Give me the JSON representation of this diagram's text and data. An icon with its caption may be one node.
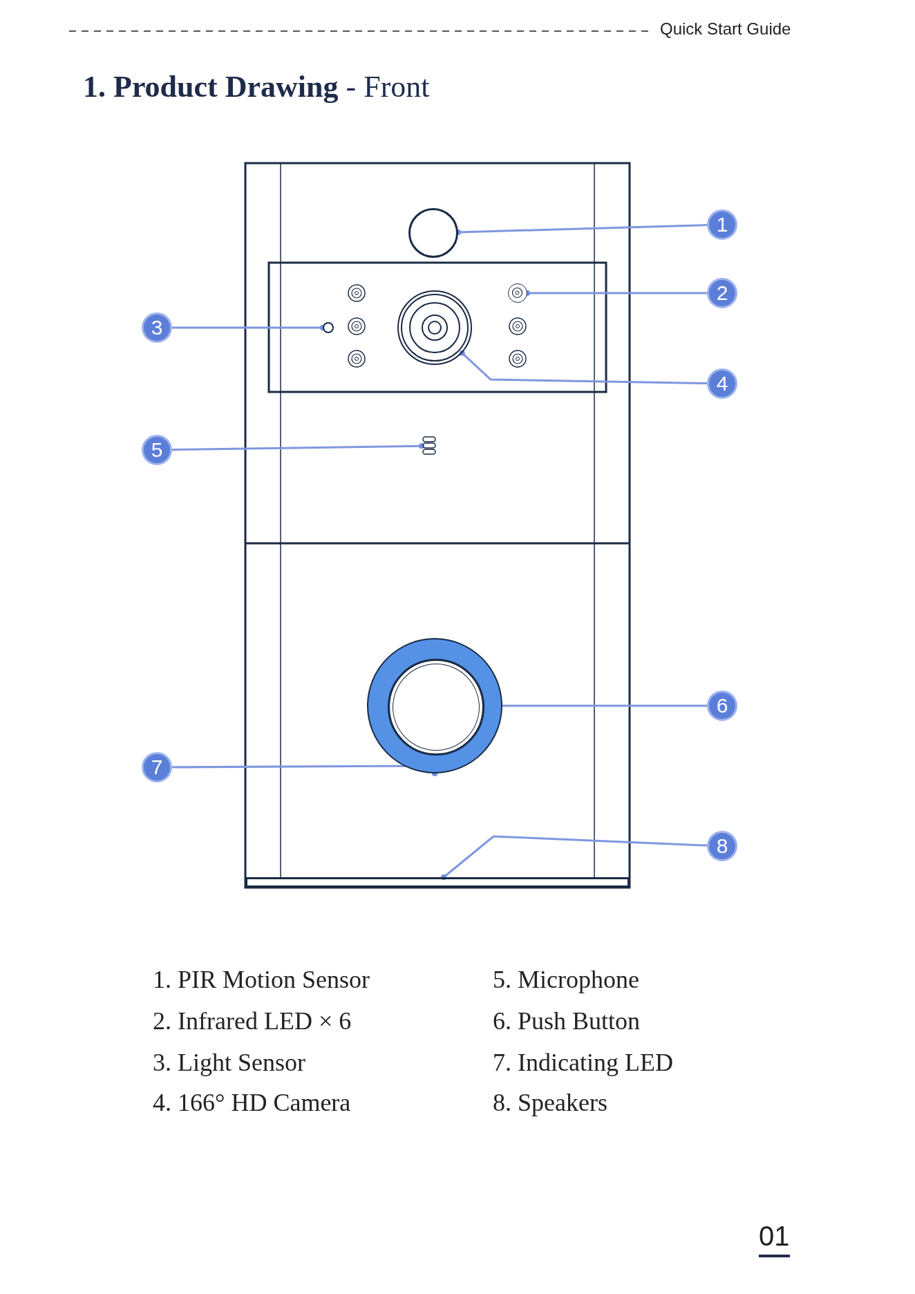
{
  "diagram": {
    "title": "**1. Product Drawing** - Front",
    "nodes": [
      {
        "text": [
          "1"
        ]
      },
      {
        "text": [],
        "shape": "circle"
      },
      {
        "text": [
          "2"
        ]
      },
      {
        "text": [],
        "shape": "circle"
      },
      {
        "text": [
          "3"
        ]
      },
      {
        "text": [],
        "shape": "circle"
      },
      {
        "text": [],
        "shape": "circle"
      },
      {
        "text": [
          "4"
        ]
      },
      {
        "text": [
          "5"
        ]
      },
      {
        "text": [],
        "shape": "box"
      },
      {
        "text": [],
        "shape": "circle"
      },
      {
        "text": [],
        "shape": "circle",
        "in": 10
      },
      {
        "text": [
          "6"
        ]
      },
      {
        "text": [
          "7"
        ]
      },
      {
        "text": [],
        "shape": "bar"
      },
      {
        "text": [
          "8"
        ]
      }
    ],
    "edges": [
      {
        "from": 0,
        "to": 1,
        "arrow": "other"
      },
      {
        "from": 2,
        "to": 3,
        "arrow": "other"
      },
      {
        "from": 4,
        "to": 5,
        "arrow": "other"
      },
      {
        "from": 7,
        "to": 6,
        "arrow": "other"
      },
      {
        "from": 8,
        "to": 9,
        "arrow": "other"
      },
      {
        "from": 12,
        "to": 11,
        "arrow": "other"
      },
      {
        "from": 13,
        "to": 10,
        "arrow": "other"
      },
      {
        "from": 15,
        "to": 14,
        "arrow": "other"
      }
    ],
    "labels": [
      "Quick Start Guide",
      "1. PIR Motion Sensor",
      "5. Microphone",
      "2. Infrared LED × 6",
      "6. Push Button",
      "3. Light Sensor",
      "7. Indicating LED",
      "4. 166°  HD Camera",
      "8. Speakers",
      "01"
    ]
  }
}
